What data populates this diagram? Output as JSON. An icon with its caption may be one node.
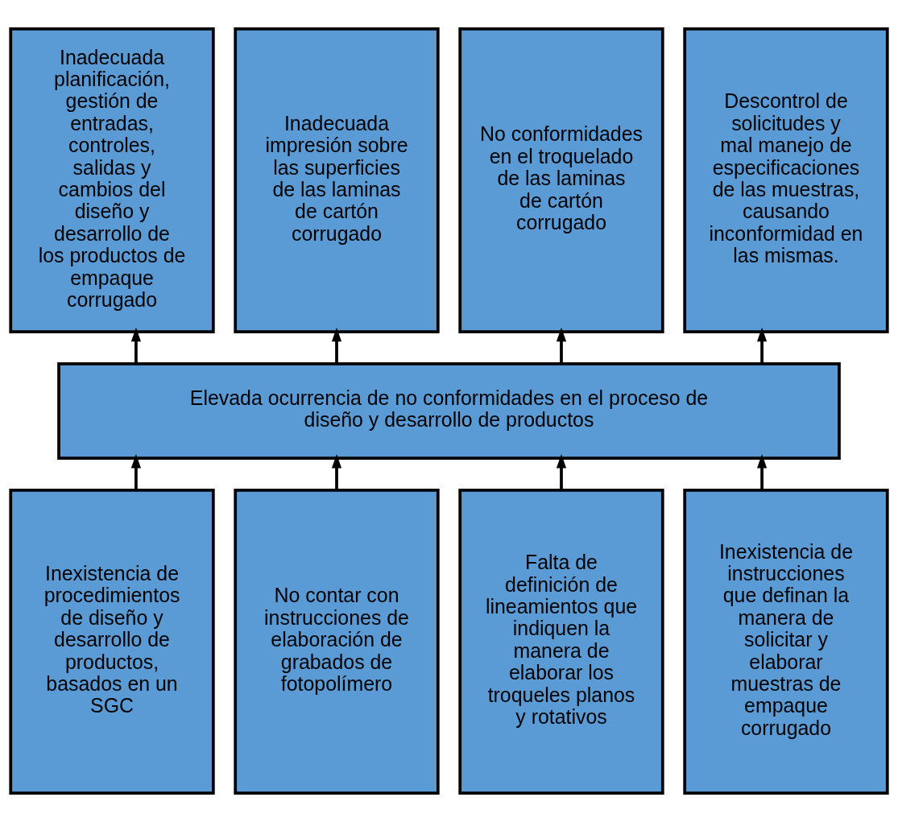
{
  "diagram": {
    "nodes": [
      {
        "text": [
          "Inadecuada planificación, gestión de entradas, controles, salidas y cambios del diseño y desarrollo de los productos de empaque corrugado"
        ]
      },
      {
        "text": [
          "Inadecuada impresión sobre las superficies de las laminas de cartón corrugado"
        ]
      },
      {
        "text": [
          "No conformidades en el troquelado de las laminas de cartón corrugado"
        ]
      },
      {
        "text": [
          "Descontrol de solicitudes y mal manejo de especificaciones de las muestras, causando inconformidad en las mismas."
        ]
      },
      {
        "text": [
          "Elevada ocurrencia de no conformidades en el proceso de diseño y desarrollo de productos"
        ]
      },
      {
        "text": [
          "Inexistencia de procedimientos de diseño y desarrollo de productos, basados en un SGC"
        ]
      },
      {
        "text": [
          "No contar con instrucciones de elaboración de grabados de fotopolímero"
        ]
      },
      {
        "text": [
          "Falta de definición de lineamientos que indiquen la manera de elaborar los troqueles planos y rotativos"
        ]
      },
      {
        "text": [
          "Inexistencia de instrucciones que definan la manera de solicitar y elaborar muestras de empaque corrugado"
        ]
      }
    ],
    "edges": [
      {
        "from": 4,
        "to": 0,
        "arrow": "to"
      },
      {
        "from": 4,
        "to": 1,
        "arrow": "to"
      },
      {
        "from": 4,
        "to": 2,
        "arrow": "to"
      },
      {
        "from": 4,
        "to": 3,
        "arrow": "to"
      },
      {
        "from": 5,
        "to": 4,
        "arrow": "to"
      },
      {
        "from": 6,
        "to": 4,
        "arrow": "to"
      },
      {
        "from": 7,
        "to": 4,
        "arrow": "to"
      },
      {
        "from": 8,
        "to": 4,
        "arrow": "to"
      }
    ]
  }
}
